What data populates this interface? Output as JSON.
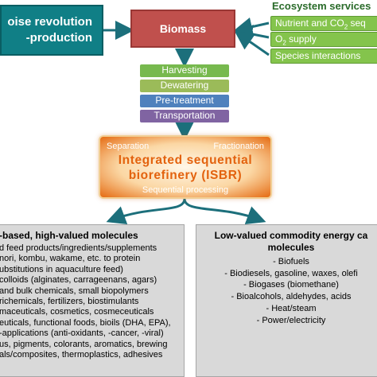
{
  "top_left": {
    "line1": "oise revolution",
    "line2": "-production"
  },
  "biomass": "Biomass",
  "ecosystem": {
    "title": "Ecosystem services",
    "items": [
      {
        "text": "Nutrient and CO",
        "sub": "2",
        "tail": " seq"
      },
      {
        "text": "O",
        "sub": "2",
        "tail": " supply"
      },
      {
        "text": "Species interactions",
        "sub": "",
        "tail": ""
      }
    ]
  },
  "steps": [
    {
      "label": "Harvesting",
      "color": "#77b94e"
    },
    {
      "label": "Dewatering",
      "color": "#9bbb59"
    },
    {
      "label": "Pre-treatment",
      "color": "#4f81bd"
    },
    {
      "label": "Transportation",
      "color": "#8064a2"
    }
  ],
  "isbr": {
    "separation": "Separation",
    "fractionation": "Fractionation",
    "title1": "Integrated sequential",
    "title2": "biorefinery (ISBR)",
    "sequential": "Sequential processing"
  },
  "left_box": {
    "heading": "-based, high-valued molecules",
    "items": [
      "d feed products/ingredients/supplements",
      " nori, kombu, wakame, etc. to protein",
      "ubstitutions in aquaculture feed)",
      "colloids (alginates, carrageenans, agars)",
      "and bulk chemicals, small biopolymers",
      "richemicals, fertilizers, biostimulants",
      "maceuticals, cosmetics, cosmeceuticals",
      "euticals, functional foods, bioils (DHA, EPA),",
      "-applications (anti-oxidants, -cancer, -viral)",
      "us, pigments, colorants, aromatics, brewing",
      "als/composites, thermoplastics, adhesives"
    ]
  },
  "right_box": {
    "heading1": "Low-valued commodity energy ca",
    "heading2": "molecules",
    "items": [
      "- Biofuels",
      "- Biodiesels, gasoline, waxes, olefi",
      "- Biogases (biomethane)",
      "- Bioalcohols, aldehydes, acids",
      "- Heat/steam",
      "- Power/electricity"
    ]
  }
}
